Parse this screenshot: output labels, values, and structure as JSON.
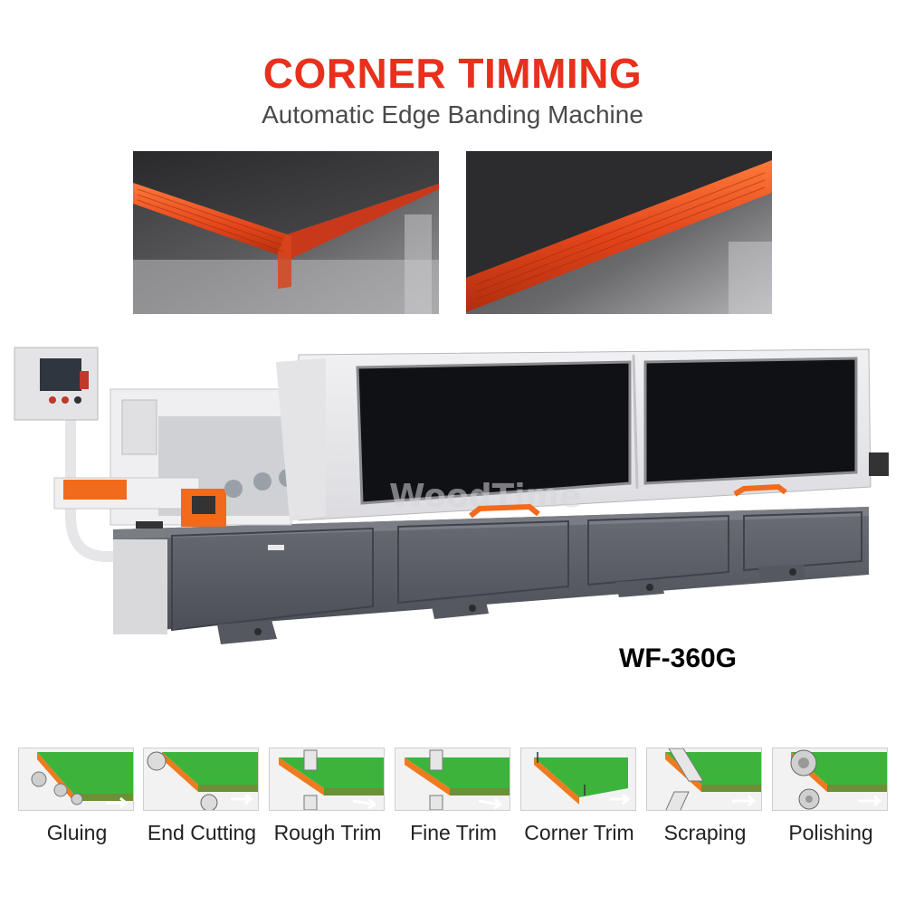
{
  "heading": {
    "title": "CORNER TIMMING",
    "subtitle": "Automatic Edge Banding Machine",
    "title_color": "#e8301c",
    "subtitle_color": "#4a4a4a"
  },
  "machine": {
    "model": "WF-360G",
    "body_color": "#e9e9ec",
    "base_color": "#5c5f66",
    "accent_color": "#f26a1b",
    "watermark": "WoodTime"
  },
  "processes": [
    {
      "label": "Gluing",
      "icon": "gluing-icon"
    },
    {
      "label": "End Cutting",
      "icon": "end-cutting-icon"
    },
    {
      "label": "Rough Trim",
      "icon": "rough-trim-icon"
    },
    {
      "label": "Fine Trim",
      "icon": "fine-trim-icon"
    },
    {
      "label": "Corner Trim",
      "icon": "corner-trim-icon"
    },
    {
      "label": "Scraping",
      "icon": "scraping-icon"
    },
    {
      "label": "Polishing",
      "icon": "polishing-icon"
    }
  ],
  "colors": {
    "edge_band": "#e2441a",
    "board_green": "#3cb43c",
    "board_edge": "#f07a1e"
  }
}
